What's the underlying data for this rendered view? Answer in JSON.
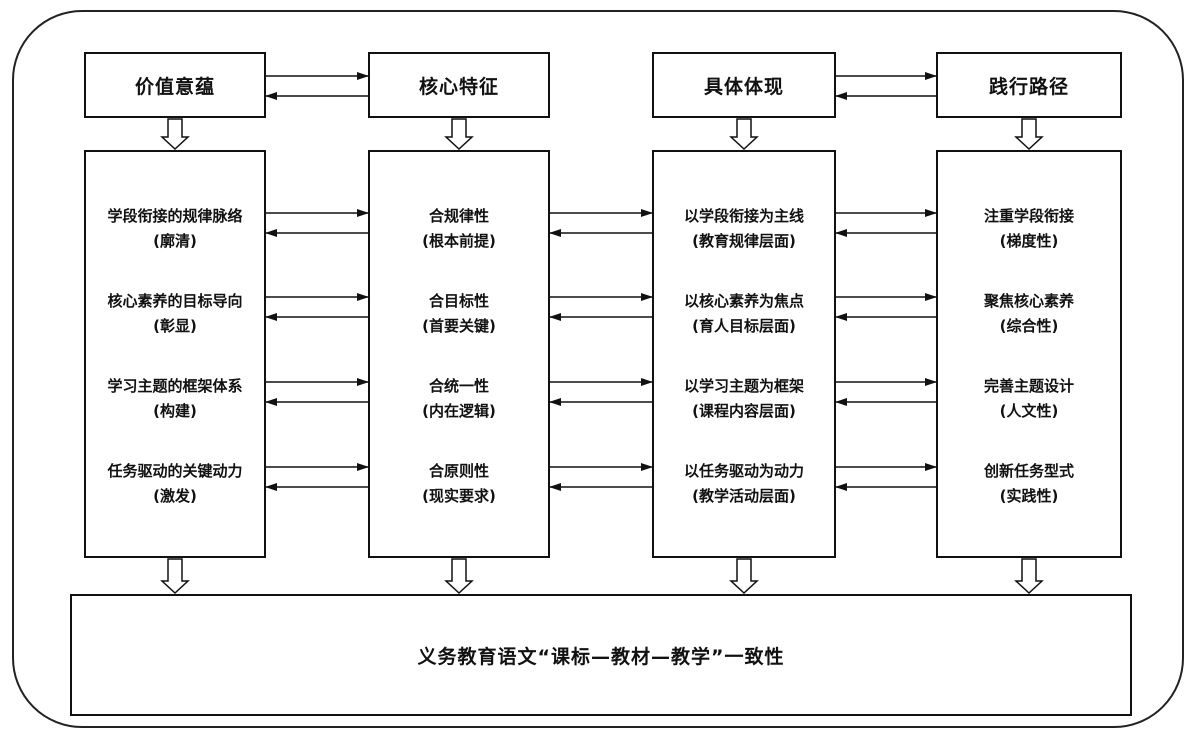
{
  "columns": [
    {
      "header": "价值意蕴",
      "items": [
        {
          "main": "学段衔接的规律脉络",
          "sub": "(廓清)"
        },
        {
          "main": "核心素养的目标导向",
          "sub": "(彰显)"
        },
        {
          "main": "学习主题的框架体系",
          "sub": "(构建)"
        },
        {
          "main": "任务驱动的关键动力",
          "sub": "(激发)"
        }
      ]
    },
    {
      "header": "核心特征",
      "items": [
        {
          "main": "合规律性",
          "sub": "(根本前提)"
        },
        {
          "main": "合目标性",
          "sub": "(首要关键)"
        },
        {
          "main": "合统一性",
          "sub": "(内在逻辑)"
        },
        {
          "main": "合原则性",
          "sub": "(现实要求)"
        }
      ]
    },
    {
      "header": "具体体现",
      "items": [
        {
          "main": "以学段衔接为主线",
          "sub": "(教育规律层面)"
        },
        {
          "main": "以核心素养为焦点",
          "sub": "(育人目标层面)"
        },
        {
          "main": "以学习主题为框架",
          "sub": "(课程内容层面)"
        },
        {
          "main": "以任务驱动为动力",
          "sub": "(教学活动层面)"
        }
      ]
    },
    {
      "header": "践行路径",
      "items": [
        {
          "main": "注重学段衔接",
          "sub": "(梯度性)"
        },
        {
          "main": "聚焦核心素养",
          "sub": "(综合性)"
        },
        {
          "main": "完善主题设计",
          "sub": "(人文性)"
        },
        {
          "main": "创新任务型式",
          "sub": "(实践性)"
        }
      ]
    }
  ],
  "bottom": "义务教育语文“课标—教材—教学”一致性"
}
